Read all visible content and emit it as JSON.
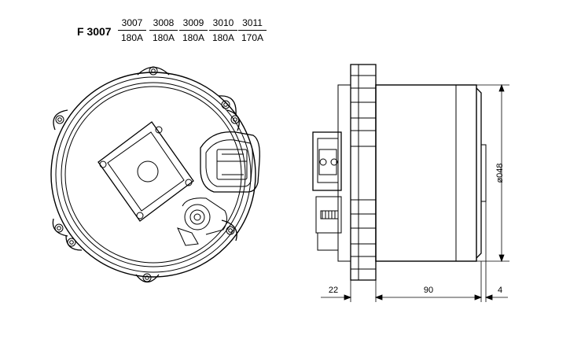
{
  "header": {
    "model": "F 3007",
    "variants": [
      {
        "code": "3007",
        "rating": "180A"
      },
      {
        "code": "3008",
        "rating": "180A"
      },
      {
        "code": "3009",
        "rating": "180A"
      },
      {
        "code": "3010",
        "rating": "180A"
      },
      {
        "code": "3011",
        "rating": "170A"
      }
    ]
  },
  "dimensions": {
    "diameter": "ø048",
    "front_length": "22",
    "body_length": "90",
    "rear_offset": "4"
  }
}
